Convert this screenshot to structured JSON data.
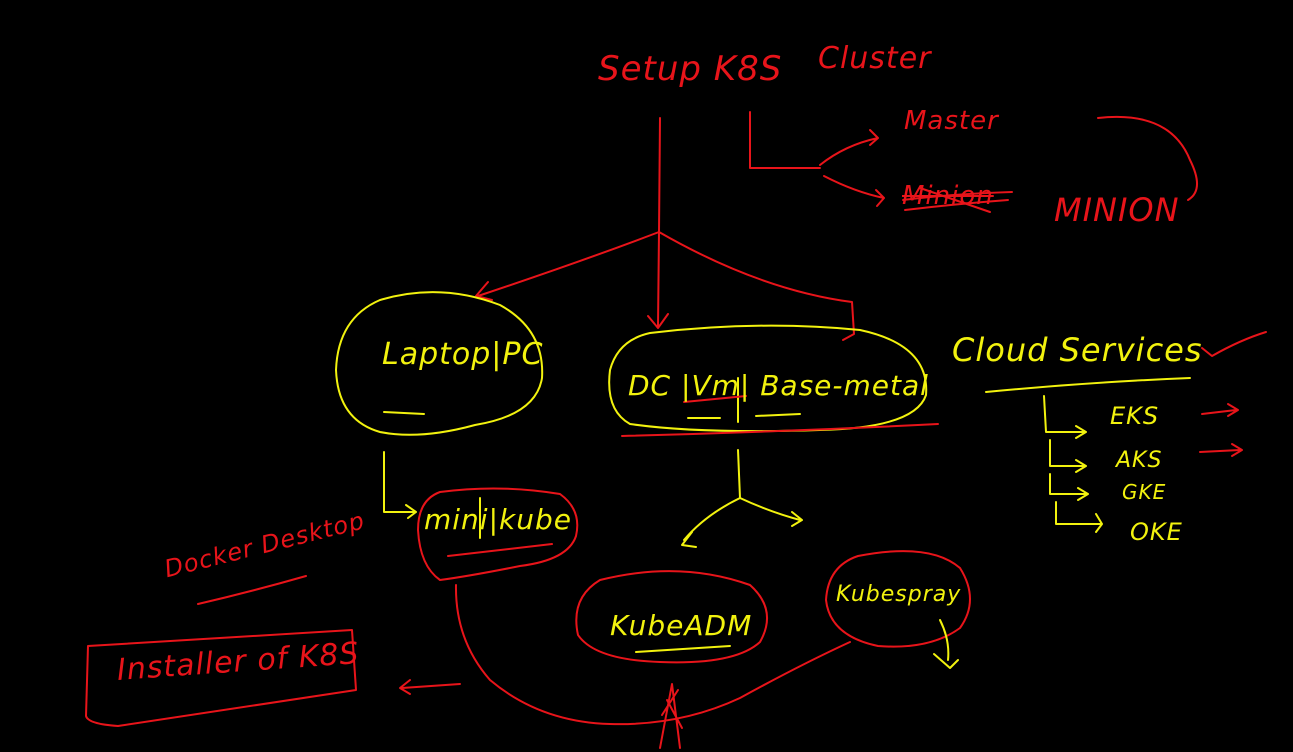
{
  "colors": {
    "red": "#e8141a",
    "yellow": "#f2f20e",
    "background": "#000000"
  },
  "title": {
    "setup": "Setup K8S",
    "cluster": "Cluster"
  },
  "roles": {
    "master": "Master",
    "minion_struck": "Minion",
    "minion": "MINION"
  },
  "options": {
    "laptop_pc": "Laptop|PC",
    "datacenter": "DC |Vm| Base-metal",
    "cloud_services": "Cloud Services"
  },
  "cloud_providers": [
    "EKS",
    "AKS",
    "GKE",
    "OKE"
  ],
  "tools": {
    "minikube": "mini|kube",
    "docker_desktop": "Docker Desktop",
    "kubeadm": "KubeADM",
    "kubespray": "Kubespray",
    "installer": "Installer of K8S"
  }
}
